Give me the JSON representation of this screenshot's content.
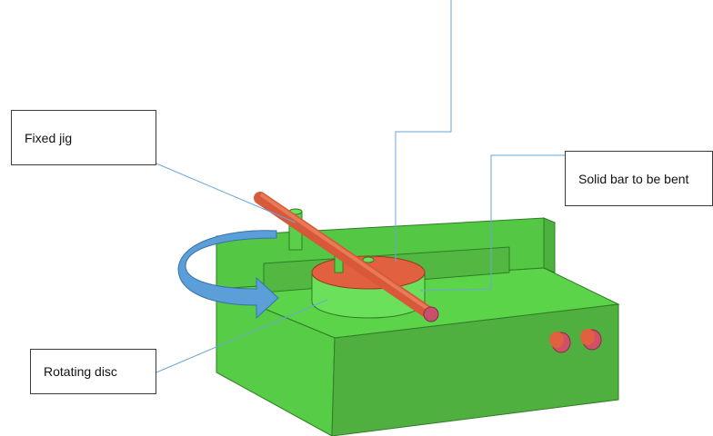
{
  "labels": {
    "fixed_jig": "Fixed jig",
    "solid_bar": "Solid bar to be bent",
    "rotating_disc": "Rotating disc"
  },
  "colors": {
    "machine_body": "#5ccf4a",
    "machine_top": "#57d845",
    "machine_side_dark": "#4aaa3e",
    "bar_and_disc_top": "#e06040",
    "arrow": "#5a9fd8",
    "leader_line": "#6aa6d8",
    "box_border": "#3a3a3a"
  }
}
